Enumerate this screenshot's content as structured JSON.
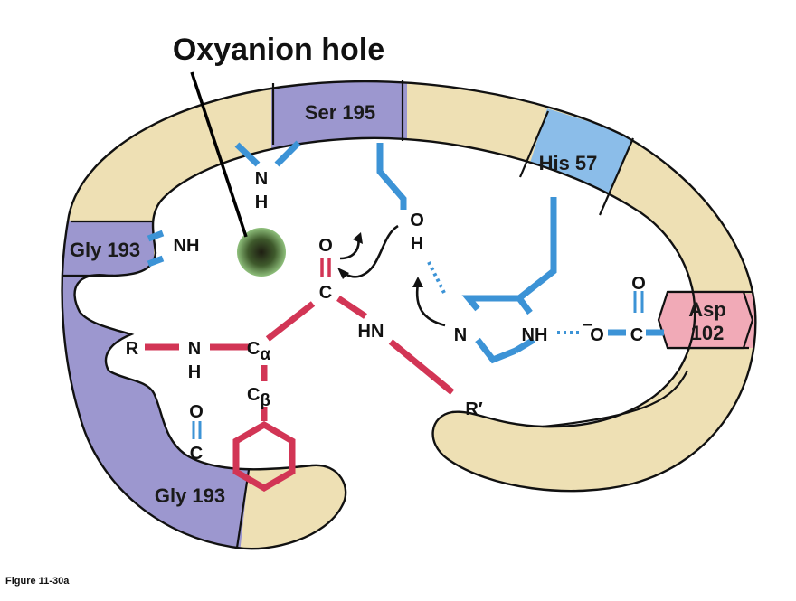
{
  "title": "Oxyanion hole",
  "caption": "Figure 11-30a",
  "colors": {
    "protein_body": "#eee0b4",
    "glycine_segment": "#9c97cf",
    "serine_segment": "#9c97cf",
    "histidine_segment": "#8bbde9",
    "aspartate_segment": "#f1aab7",
    "enzyme_bonds": "#3c93d6",
    "substrate_bonds": "#d23555",
    "oxyanion_hole": "#5c8a50"
  },
  "segments": {
    "ser": "Ser 195",
    "his": "His 57",
    "asp_line1": "Asp",
    "asp_line2": "102",
    "gly_upper": "Gly 193",
    "gly_lower": "Gly 193"
  },
  "atoms": {
    "nh_ser_n": "N",
    "nh_ser_h": "H",
    "nh_gly": "NH",
    "o_ser": "O",
    "h_ser": "H",
    "o_carbonyl": "O",
    "c_carbonyl": "C",
    "r": "R",
    "n_backbone": "N",
    "h_backbone": "H",
    "c_alpha": "C",
    "alpha_sub": "α",
    "c_beta": "C",
    "beta_sub": "β",
    "o_lower": "O",
    "c_lower": "C",
    "hn": "HN",
    "r_prime": "R′",
    "n_his": "N",
    "nh_his": "NH",
    "minus_sign": "−",
    "o_asp": "O",
    "c_asp": "C",
    "o_asp_top": "O"
  }
}
